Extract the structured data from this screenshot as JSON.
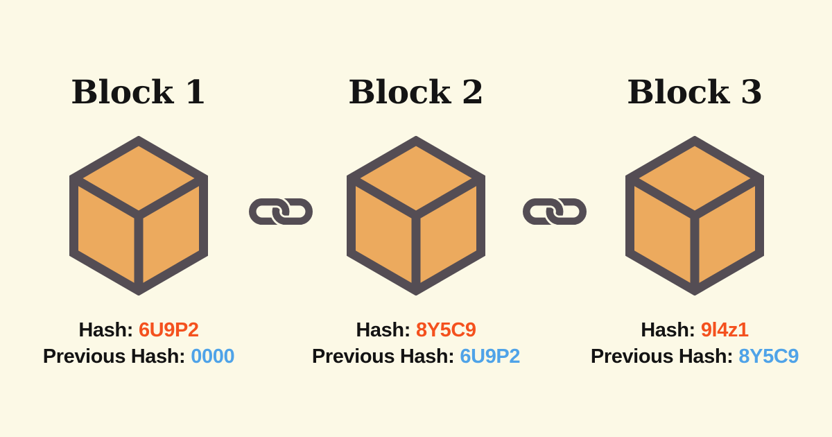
{
  "diagram": {
    "background_color": "#FCF9E6",
    "cube_fill_color": "#ECAA5E",
    "cube_stroke_color": "#544D54",
    "chain_icon_color": "#544D54",
    "title_color": "#141414",
    "label_color": "#131313",
    "hash_value_color": "#F4511E",
    "previous_hash_value_color": "#4FA3E8"
  },
  "blocks": [
    {
      "title": "Block 1",
      "hash_label": "Hash:",
      "hash_value": "6U9P2",
      "prev_hash_label": "Previous Hash:",
      "prev_hash_value": "0000"
    },
    {
      "title": "Block 2",
      "hash_label": "Hash:",
      "hash_value": "8Y5C9",
      "prev_hash_label": "Previous Hash:",
      "prev_hash_value": "6U9P2"
    },
    {
      "title": "Block 3",
      "hash_label": "Hash:",
      "hash_value": "9l4z1",
      "prev_hash_label": "Previous Hash:",
      "prev_hash_value": "8Y5C9"
    }
  ],
  "connectors": [
    {
      "icon": "chain-link"
    },
    {
      "icon": "chain-link"
    }
  ]
}
